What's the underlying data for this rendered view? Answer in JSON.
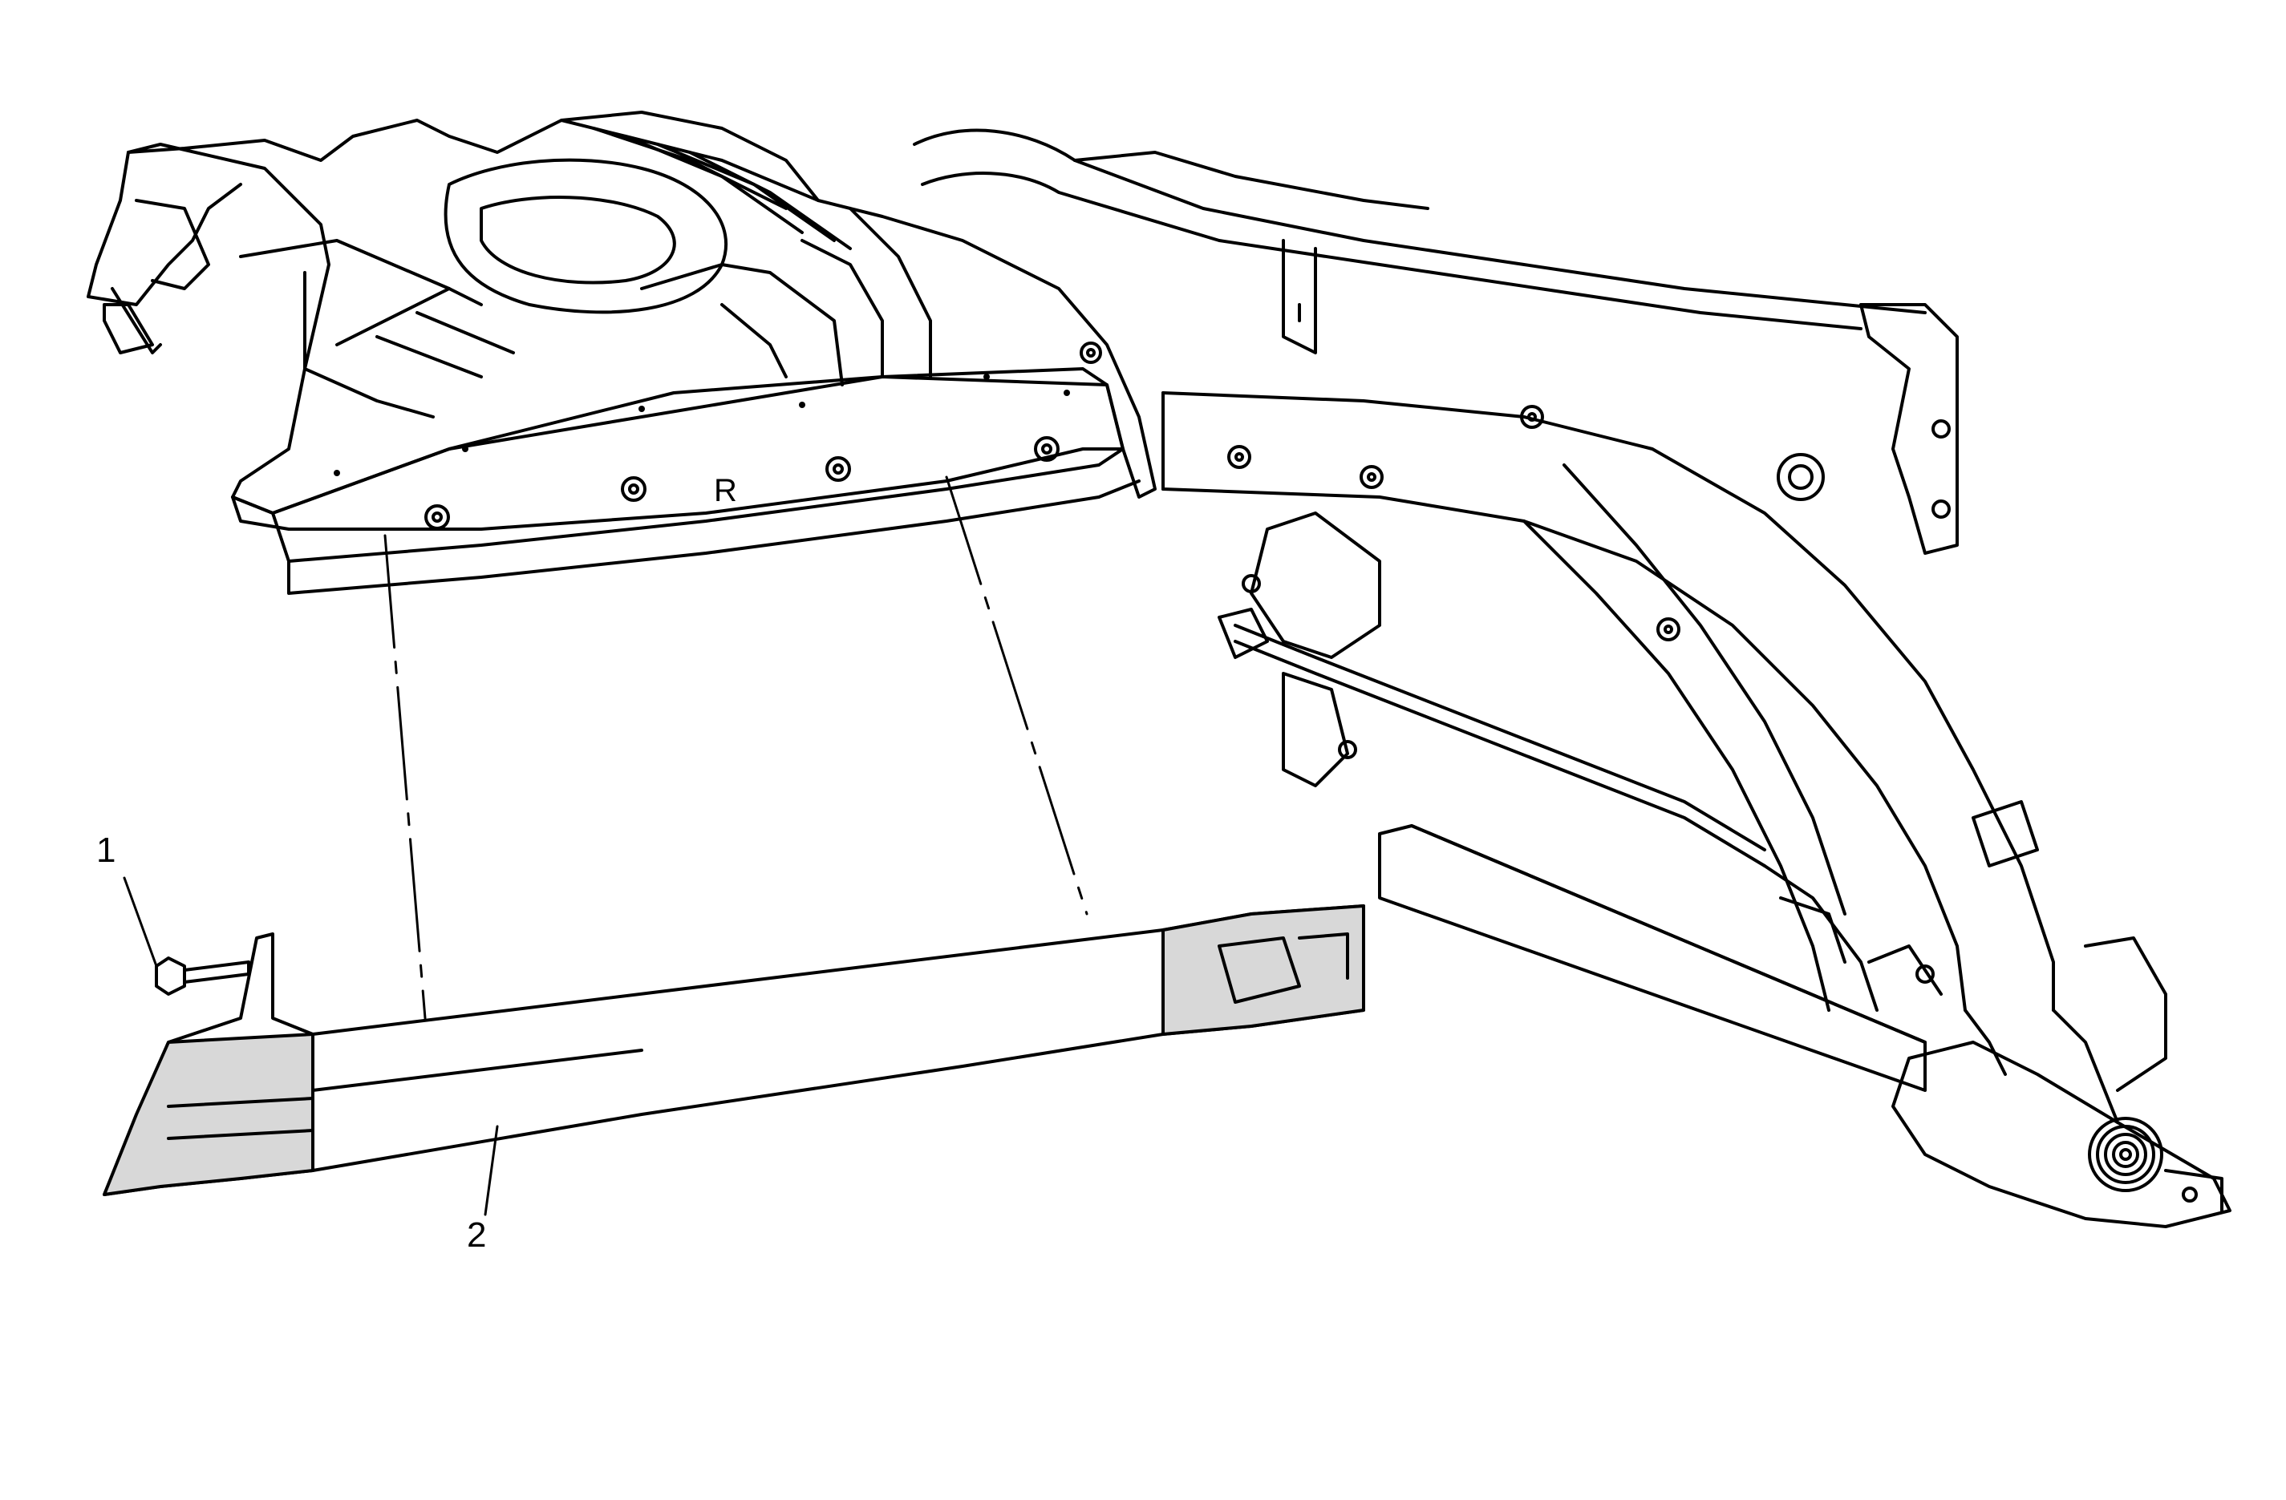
{
  "diagram": {
    "callouts": [
      {
        "id": "1",
        "label": "1"
      },
      {
        "id": "2",
        "label": "2"
      }
    ],
    "panel_marking": "R",
    "colors": {
      "line": "#000000",
      "background": "#ffffff",
      "shade": "#d8d8d8"
    }
  }
}
